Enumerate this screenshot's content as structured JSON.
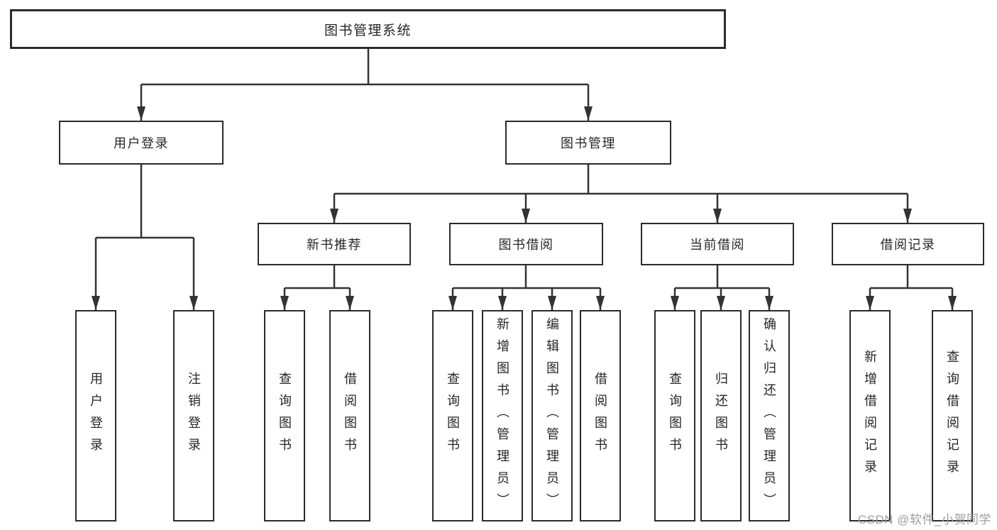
{
  "diagram": {
    "type": "hierarchy-tree",
    "title": "图书管理系统",
    "colors": {
      "background": "#ffffff",
      "box_border": "#2b2b2b",
      "line": "#333333",
      "text": "#262626",
      "watermark": "#9e9e9e"
    },
    "nodes": {
      "root": "图书管理系统",
      "user_login": "用户登录",
      "book_mgmt": "图书管理",
      "new_book_rec": "新书推荐",
      "book_borrow": "图书借阅",
      "current_borrow": "当前借阅",
      "borrow_records": "借阅记录",
      "login": "用户登录",
      "logout": "注销登录",
      "rec_query": "查询图书",
      "rec_borrow": "借阅图书",
      "bor_query": "查询图书",
      "bor_add": "新增图书（管理员）",
      "bor_edit": "编辑图书（管理员）",
      "bor_borrow": "借阅图书",
      "cur_query": "查询图书",
      "cur_return": "归还图书",
      "cur_confirm": "确认归还（管理员）",
      "rcd_add": "新增借阅记录",
      "rcd_query": "查询借阅记录"
    },
    "hierarchy": {
      "图书管理系统": {
        "用户登录": [
          "用户登录",
          "注销登录"
        ],
        "图书管理": {
          "新书推荐": [
            "查询图书",
            "借阅图书"
          ],
          "图书借阅": [
            "查询图书",
            "新增图书（管理员）",
            "编辑图书（管理员）",
            "借阅图书"
          ],
          "当前借阅": [
            "查询图书",
            "归还图书",
            "确认归还（管理员）"
          ],
          "借阅记录": [
            "新增借阅记录",
            "查询借阅记录"
          ]
        }
      }
    },
    "watermark": "CSDN @软件_小贺同学"
  }
}
